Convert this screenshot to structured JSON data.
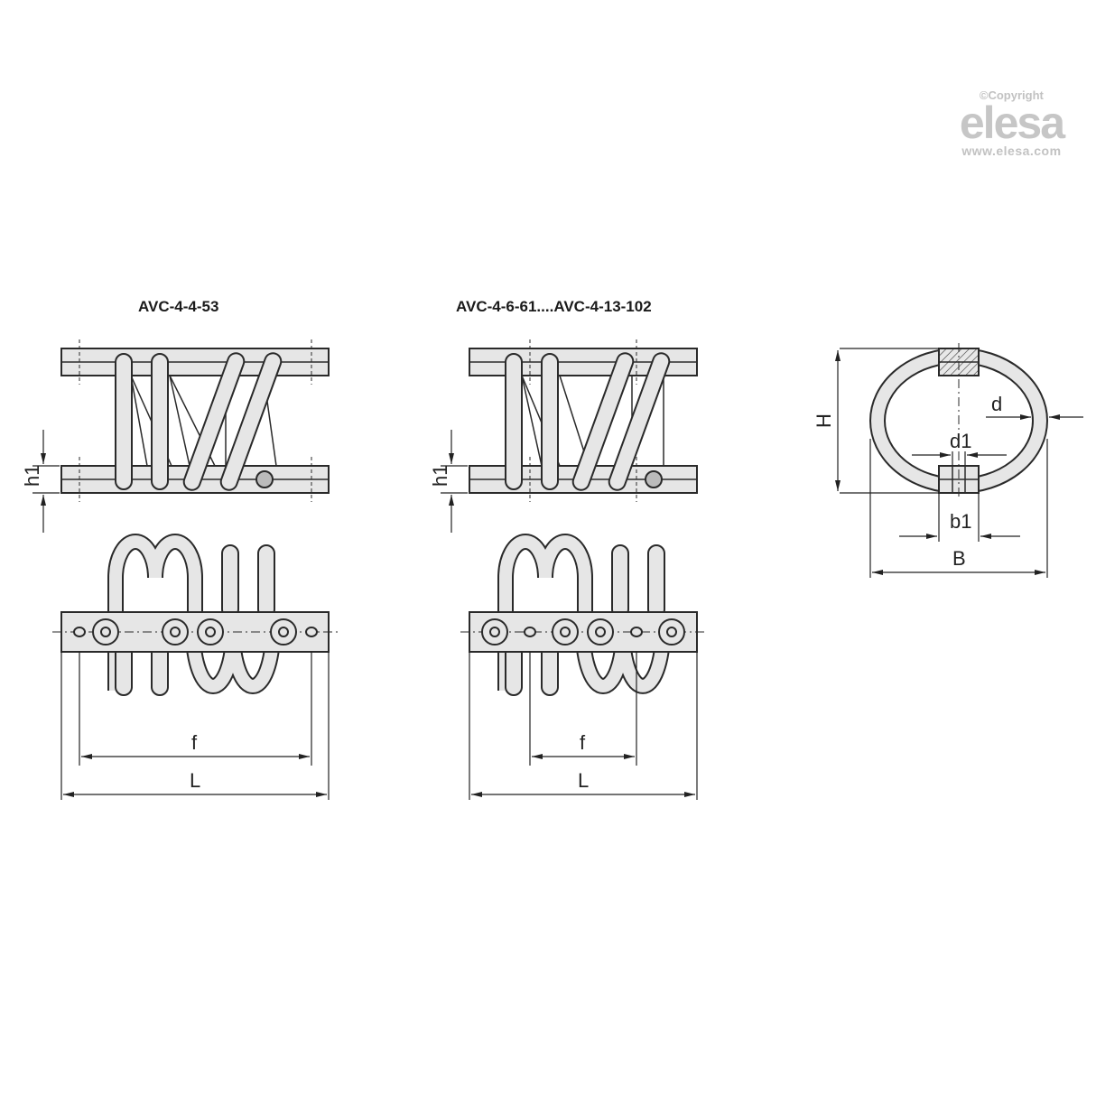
{
  "watermark": {
    "copyright": "©Copyright",
    "brand": "elesa",
    "url": "www.elesa.com"
  },
  "views": [
    {
      "title": "AVC-4-4-53"
    },
    {
      "title": "AVC-4-6-61....AVC-4-13-102"
    }
  ],
  "dimensions": {
    "h1": "h1",
    "f": "f",
    "L": "L",
    "H": "H",
    "d": "d",
    "d1": "d1",
    "b1": "b1",
    "B": "B"
  },
  "colors": {
    "line": "#2a2a2a",
    "fill": "#e6e6e6",
    "watermark": "#c4c4c4"
  }
}
